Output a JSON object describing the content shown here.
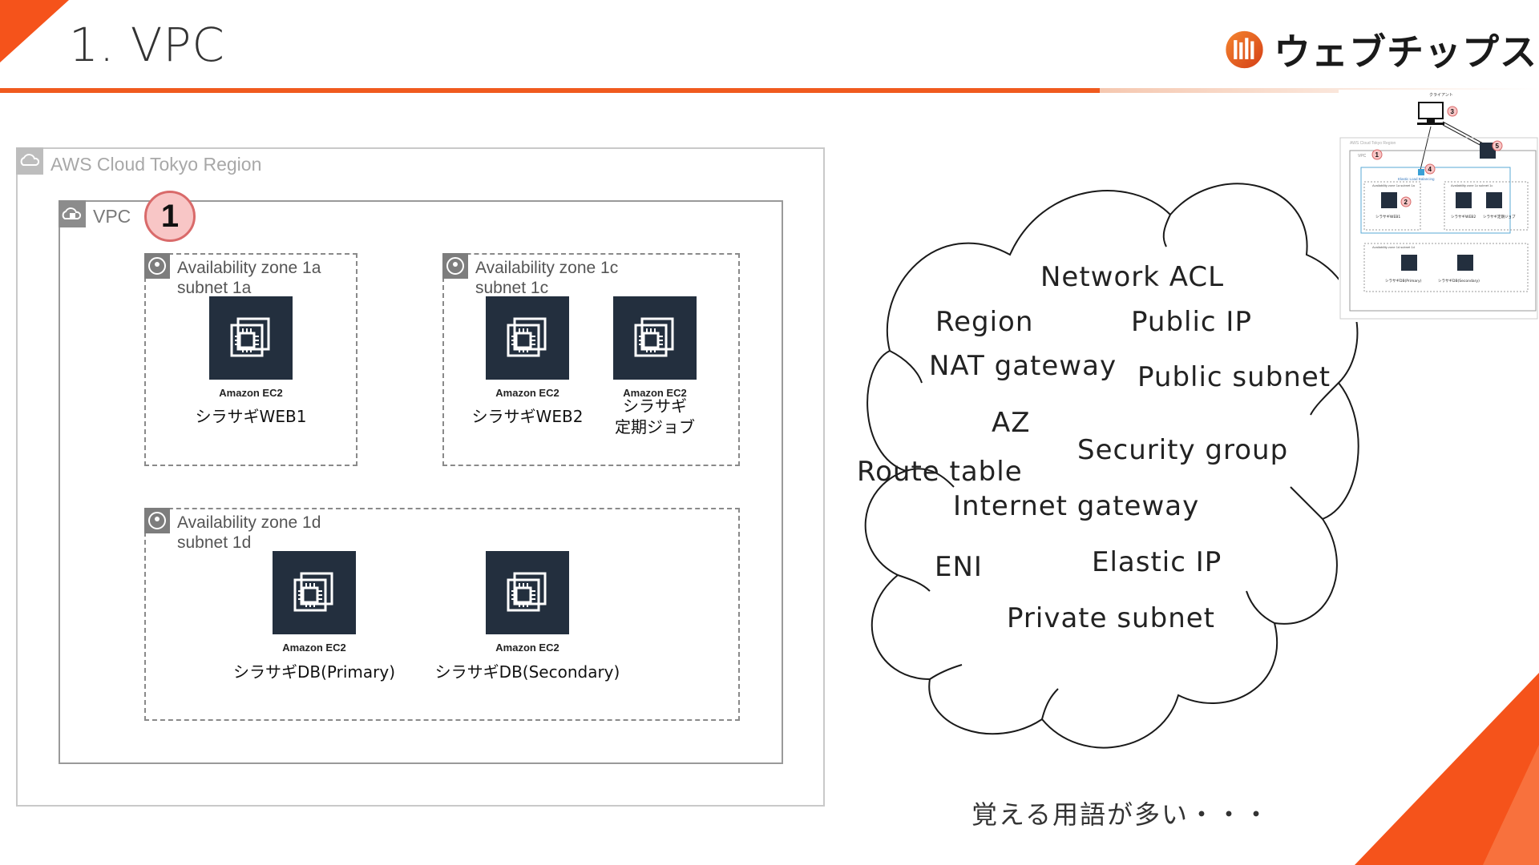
{
  "slide": {
    "title": "1. VPC",
    "logo_text": "ウェブチップス"
  },
  "colors": {
    "accent": "#f05a1e",
    "ec2_bg": "#232f3e",
    "badge_fill": "#f8c6c6",
    "badge_stroke": "#d96a6a"
  },
  "diagram": {
    "region_label": "AWS Cloud Tokyo Region",
    "vpc_label": "VPC",
    "vpc_badge": "1",
    "zones": [
      {
        "line1": "Availability zone 1a",
        "line2": "subnet 1a",
        "instances": [
          {
            "caption": "Amazon EC2",
            "name": "シラサギWEB1"
          }
        ]
      },
      {
        "line1": "Availability zone 1c",
        "line2": "subnet 1c",
        "instances": [
          {
            "caption": "Amazon EC2",
            "name": "シラサギWEB2"
          },
          {
            "caption": "Amazon EC2",
            "name_line1": "シラサギ",
            "name_line2": "定期ジョブ"
          }
        ]
      },
      {
        "line1": "Availability zone 1d",
        "line2": "subnet 1d",
        "instances": [
          {
            "caption": "Amazon EC2",
            "name": "シラサギDB(Primary)"
          },
          {
            "caption": "Amazon EC2",
            "name": "シラサギDB(Secondary)"
          }
        ]
      }
    ]
  },
  "cloud_terms": [
    "Network ACL",
    "Region",
    "Public IP",
    "NAT gateway",
    "Public subnet",
    "AZ",
    "Security group",
    "Route table",
    "Internet gateway",
    "ENI",
    "Elastic IP",
    "Private subnet"
  ],
  "bottom_text": "覚える用語が多い・・・",
  "thumbnail": {
    "client_label": "クライアント",
    "region_label": "AWS Cloud Tokyo Region",
    "vpc_label": "VPC",
    "elb_label": "Elastic Load Balancing",
    "badges": [
      "1",
      "2",
      "3",
      "4",
      "5"
    ],
    "az_labels": [
      "Availability zone 1a subnet 1a",
      "Availability zone 1c subnet 1c",
      "Availability zone 1d subnet 1d"
    ],
    "instance_names": [
      "シラサギWEB1",
      "シラサギWEB2",
      "シラサギ定期ジョブ",
      "シラサギDB(Primary)",
      "シラサギDB(Secondary)"
    ]
  }
}
